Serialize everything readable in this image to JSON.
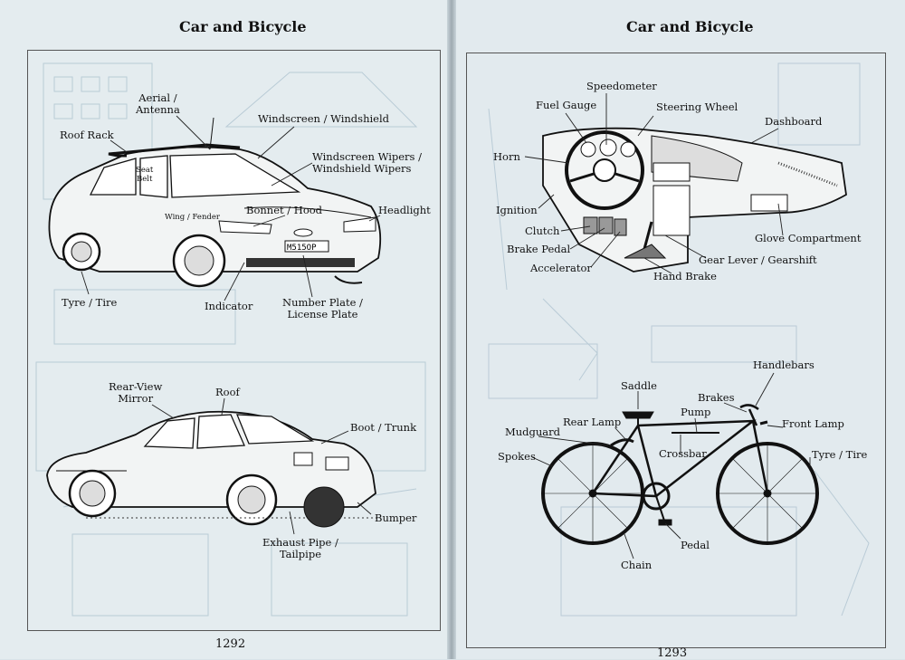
{
  "left": {
    "heading": "Car and Bicycle",
    "page_number": "1292",
    "car_front_labels": {
      "aerial": "Aerial /",
      "antenna": "Antenna",
      "roof_rack": "Roof Rack",
      "windscreen": "Windscreen / Windshield",
      "wipers_1": "Windscreen Wipers /",
      "wipers_2": "Windshield Wipers",
      "seat": "Seat",
      "belt": "Belt",
      "wing": "Wing / Fender",
      "bonnet": "Bonnet / Hood",
      "headlight": "Headlight",
      "plate_text": "M515OP",
      "tyre": "Tyre / Tire",
      "indicator": "Indicator",
      "number_plate_1": "Number Plate /",
      "number_plate_2": "License Plate"
    },
    "car_rear_labels": {
      "mirror_1": "Rear-View",
      "mirror_2": "Mirror",
      "roof": "Roof",
      "boot": "Boot / Trunk",
      "bumper": "Bumper",
      "exhaust_1": "Exhaust Pipe /",
      "exhaust_2": "Tailpipe"
    }
  },
  "right": {
    "heading": "Car and Bicycle",
    "page_number": "1293",
    "dashboard_labels": {
      "speedometer": "Speedometer",
      "fuel_gauge": "Fuel Gauge",
      "steering_wheel": "Steering Wheel",
      "dashboard": "Dashboard",
      "horn": "Horn",
      "ignition": "Ignition",
      "clutch": "Clutch",
      "brake_pedal": "Brake Pedal",
      "accelerator": "Accelerator",
      "hand_brake": "Hand Brake",
      "gear_lever": "Gear Lever / Gearshift",
      "glove_compartment": "Glove Compartment"
    },
    "bicycle_labels": {
      "handlebars": "Handlebars",
      "saddle": "Saddle",
      "brakes": "Brakes",
      "pump": "Pump",
      "rear_lamp": "Rear Lamp",
      "front_lamp": "Front Lamp",
      "mudguard": "Mudguard",
      "crossbar": "Crossbar",
      "spokes": "Spokes",
      "tyre": "Tyre / Tire",
      "pedal": "Pedal",
      "chain": "Chain"
    }
  }
}
